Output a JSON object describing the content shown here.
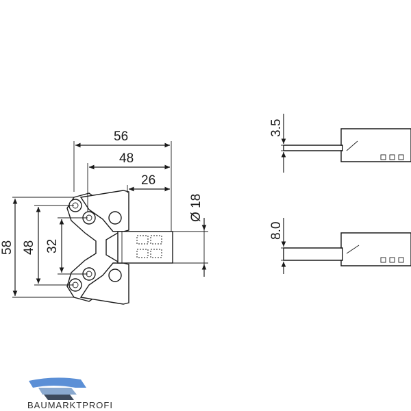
{
  "dimensions": {
    "width_56": "56",
    "width_48": "48",
    "width_26": "26",
    "diameter_18": "Ø 18",
    "height_58": "58",
    "height_48": "48",
    "height_32": "32",
    "side_3_5": "3.5",
    "side_8_0": "8.0"
  },
  "logo": {
    "text": "BAUMARKTPROFI",
    "accent_color": "#5b8fd6"
  },
  "colors": {
    "line": "#1a1a1a",
    "background": "#ffffff"
  }
}
